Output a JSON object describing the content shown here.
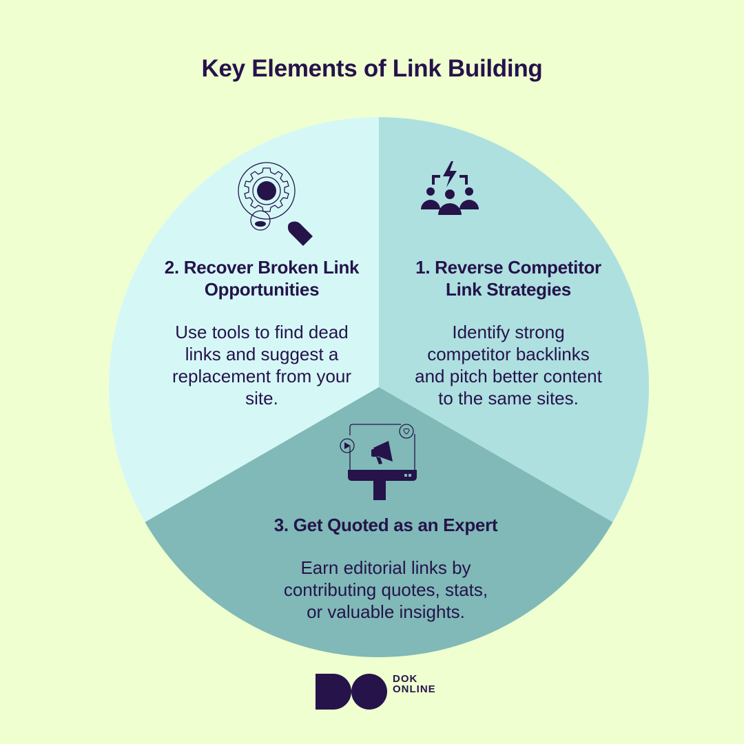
{
  "title": "Key Elements of Link Building",
  "colors": {
    "background": "#efffd0",
    "segment_1": "#aee0e0",
    "segment_2": "#d5f8f7",
    "segment_3": "#80b9b7",
    "text": "#25134a"
  },
  "segments": [
    {
      "number": "1",
      "heading": "1. Reverse Competitor Link Strategies",
      "heading_lines": [
        "1. Reverse Competitor",
        "Link Strategies"
      ],
      "description_lines": [
        "Identify strong",
        "competitor backlinks",
        "and pitch better content",
        "to the same sites."
      ],
      "icon": "team-lightning-icon"
    },
    {
      "number": "2",
      "heading": "2. Recover Broken Link Opportunities",
      "heading_lines": [
        "2. Recover Broken Link",
        "Opportunities"
      ],
      "description_lines": [
        "Use tools to find dead",
        "links and suggest a",
        "replacement from your",
        "site."
      ],
      "icon": "gear-magnifier-icon"
    },
    {
      "number": "3",
      "heading": "3. Get Quoted as an Expert",
      "heading_lines": [
        "3. Get Quoted as an Expert"
      ],
      "description_lines": [
        "Earn editorial links by",
        "contributing quotes, stats,",
        "or valuable insights."
      ],
      "icon": "monitor-megaphone-icon"
    }
  ],
  "brand": {
    "name_line1": "DOK",
    "name_line2": "ONLINE",
    "logo": "do-logo-icon"
  }
}
